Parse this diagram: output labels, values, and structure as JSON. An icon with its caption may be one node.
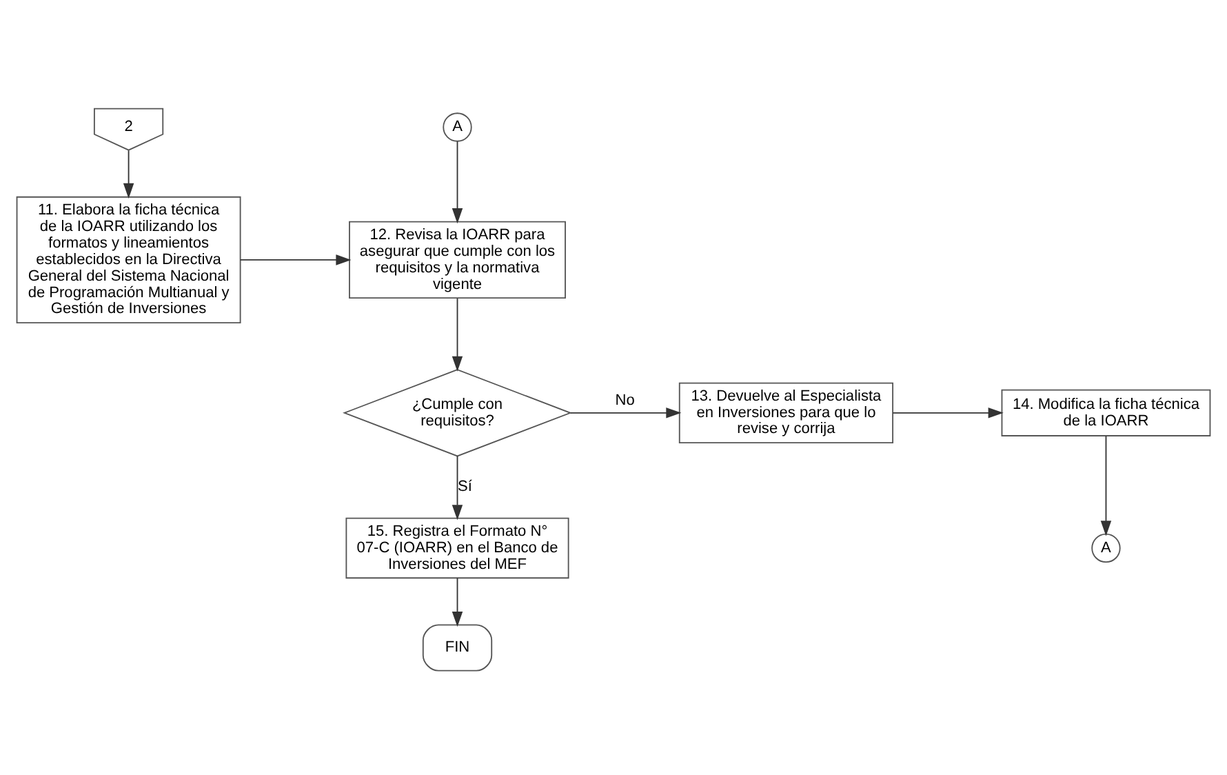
{
  "diagram": {
    "nodes": [
      {
        "text": [
          "2"
        ]
      },
      {
        "text": [
          "11. Elabora la ficha técnica de la IOARR utilizando los formatos y lineamientos establecidos en la Directiva General del Sistema Nacional de Programación Multianual y Gestión de Inversiones"
        ]
      },
      {
        "text": [
          "A"
        ]
      },
      {
        "text": [
          "12. Revisa la IOARR para asegurar que cumple con los requisitos y la normativa vigente"
        ]
      },
      {
        "text": [
          "¿Cumple con requisitos?"
        ]
      },
      {
        "text": [
          "14. Modifica la ficha técnica de la IOARR"
        ]
      },
      {
        "text": [
          "13. Devuelve al Especialista en Inversiones para que lo revise y corrija"
        ]
      },
      {
        "text": [
          "A"
        ]
      },
      {
        "text": [
          "15. Registra el Formato N° 07-C (IOARR) en el Banco de Inversiones del MEF"
        ]
      },
      {
        "text": [
          "FIN"
        ]
      }
    ],
    "edges": [
      {
        "from": 0,
        "to": 1,
        "arrow": "to"
      },
      {
        "from": 1,
        "to": 3,
        "arrow": "to"
      },
      {
        "from": 2,
        "to": 3,
        "arrow": "to"
      },
      {
        "from": 3,
        "to": 4,
        "arrow": "to"
      },
      {
        "from": 4,
        "to": 6,
        "arrow": "to",
        "label": "No"
      },
      {
        "from": 6,
        "to": 5,
        "arrow": "to"
      },
      {
        "from": 5,
        "to": 7,
        "arrow": "to"
      },
      {
        "from": 4,
        "to": 8,
        "arrow": "to",
        "label": "Sí"
      },
      {
        "from": 8,
        "to": 9,
        "arrow": "to"
      }
    ]
  }
}
